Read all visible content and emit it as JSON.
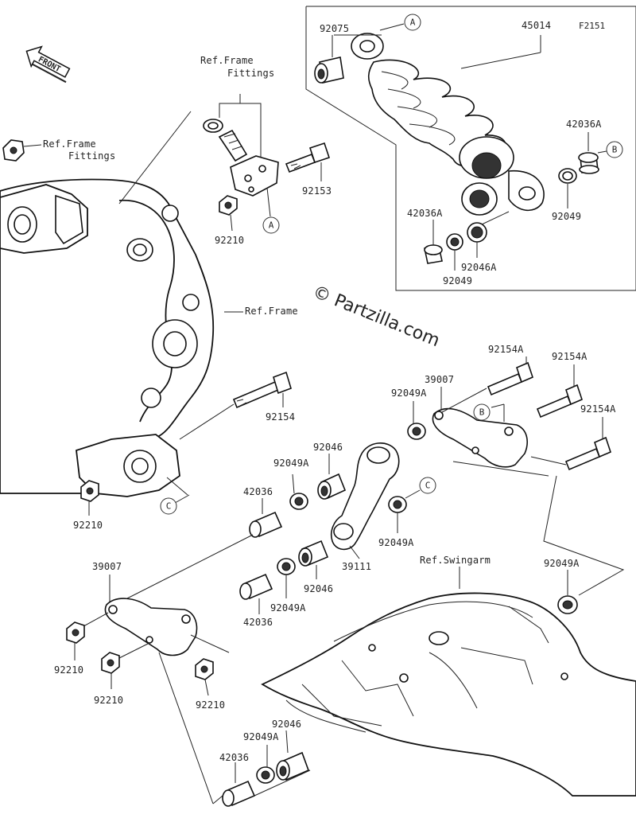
{
  "diagram_code": "F2151",
  "watermark": "© Partzilla.com",
  "front_label": "FRONT",
  "labels": {
    "p92075": "92075",
    "p45014": "45014",
    "p42036A_top": "42036A",
    "p92049_top": "92049",
    "p42036A_mid": "42036A",
    "p92049_mid": "92049",
    "p92046A": "92046A",
    "ref_frame_fittings_top": "Ref.Frame",
    "ref_frame_fittings_top2": "Fittings",
    "ref_frame_fittings_left": "Ref.Frame",
    "ref_frame_fittings_left2": "Fittings",
    "p92153": "92153",
    "p92210_top": "92210",
    "ref_frame": "Ref.Frame",
    "p92154": "92154",
    "p92210_left": "92210",
    "p92154A_1": "92154A",
    "p92154A_2": "92154A",
    "p92154A_3": "92154A",
    "p39007_right": "39007",
    "p92049A_1": "92049A",
    "p92046_1": "92046",
    "p92049A_2": "92049A",
    "p42036_1": "42036",
    "p92049A_3": "92049A",
    "p39111": "39111",
    "p92046_2": "92046",
    "p92049A_4": "92049A",
    "p42036_2": "42036",
    "ref_swingarm": "Ref.Swingarm",
    "p92049A_5": "92049A",
    "p39007_left": "39007",
    "p92210_a": "92210",
    "p92210_b": "92210",
    "p92210_c": "92210",
    "p92046_3": "92046",
    "p92049A_6": "92049A",
    "p42036_3": "42036"
  },
  "callouts": {
    "a1": "A",
    "a2": "A",
    "b1": "B",
    "b2": "B",
    "c1": "C",
    "c2": "C"
  }
}
